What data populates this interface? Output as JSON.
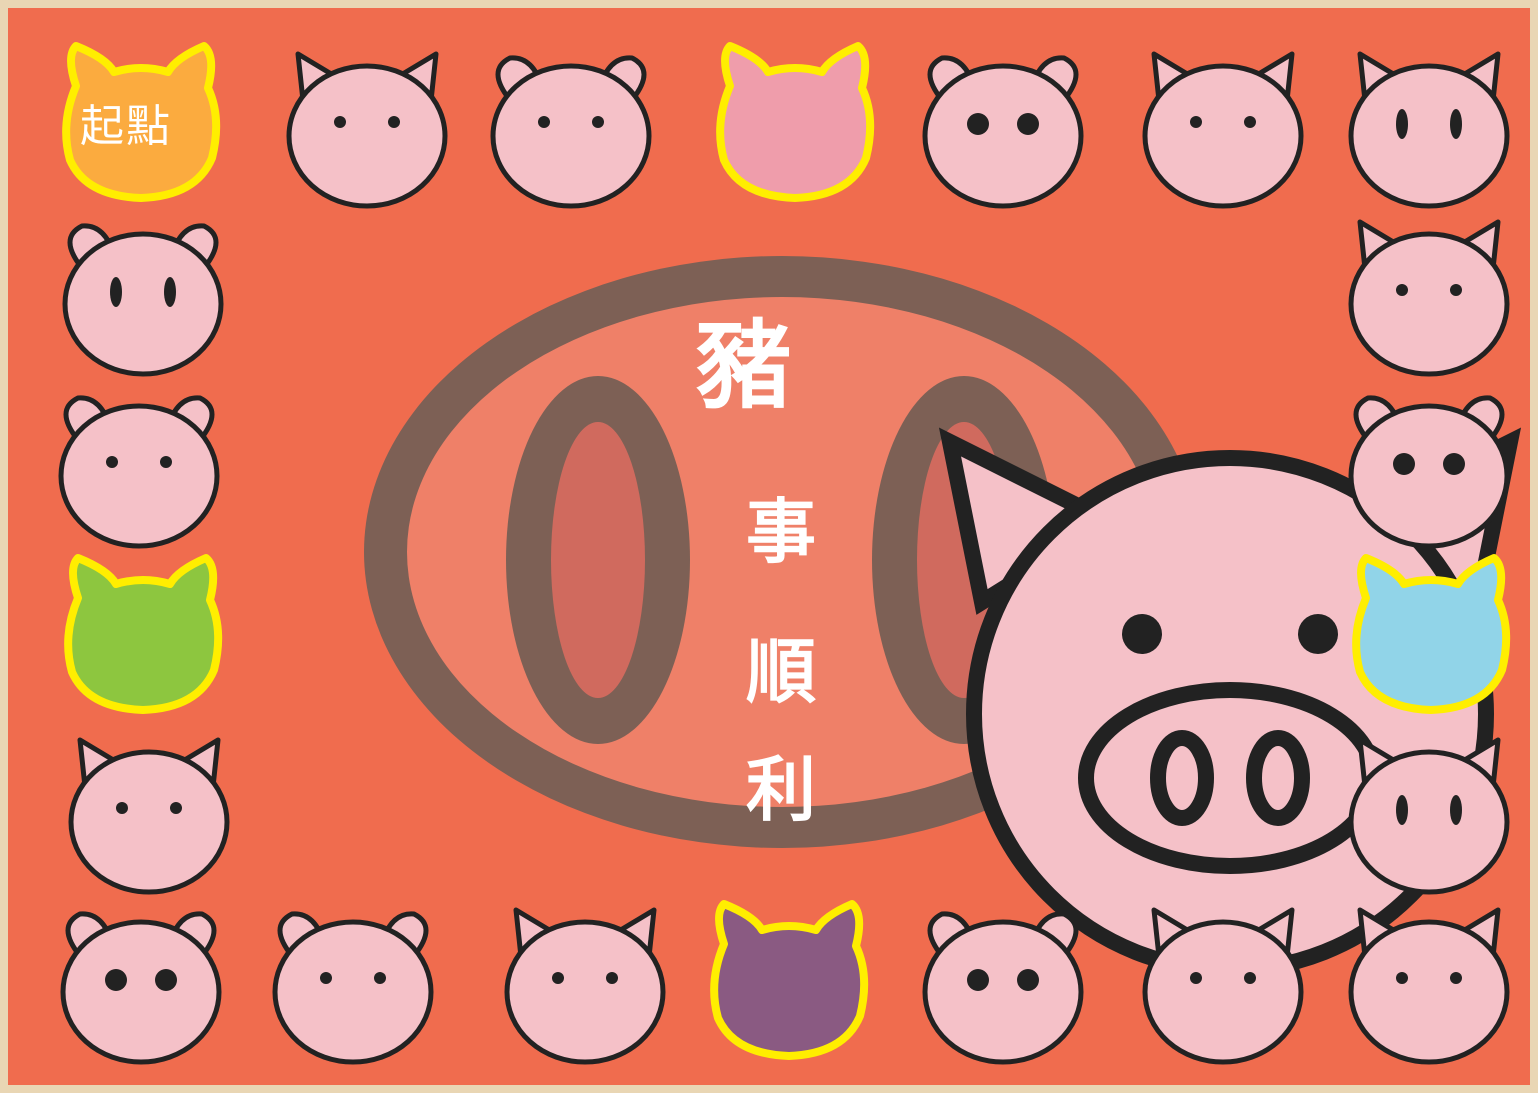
{
  "board": {
    "start_label": "起點",
    "slogan": [
      "豬",
      "事",
      "順",
      "利"
    ],
    "colors": {
      "board": "#f06c4e",
      "frame": "#e9d6b4",
      "pig_face": "#f5c1c8",
      "outline": "#222222",
      "snout_ring": "#7d6055",
      "snout_inner": "#ef8068",
      "nostril_inner": "#d06a5e",
      "highlight_border": "#ffee00",
      "start": "#fbab3f",
      "pink_special": "#ef9dab",
      "green_special": "#8dc63f",
      "blue_special": "#91d4e8",
      "purple_special": "#8a5a82"
    },
    "spaces": [
      {
        "id": "start",
        "kind": "start",
        "fill": "#fbab3f"
      },
      {
        "id": "top-2",
        "kind": "pig",
        "eyes": "small"
      },
      {
        "id": "top-3",
        "kind": "pig",
        "eyes": "small",
        "ears": "droopy"
      },
      {
        "id": "top-4",
        "kind": "special",
        "fill": "#ef9dab"
      },
      {
        "id": "top-5",
        "kind": "pig",
        "eyes": "big",
        "ears": "droopy"
      },
      {
        "id": "top-6",
        "kind": "pig",
        "eyes": "small"
      },
      {
        "id": "top-7",
        "kind": "pig",
        "eyes": "oval"
      },
      {
        "id": "right-1",
        "kind": "pig",
        "eyes": "small"
      },
      {
        "id": "right-2",
        "kind": "pig",
        "eyes": "big",
        "ears": "droopy"
      },
      {
        "id": "right-3",
        "kind": "special",
        "fill": "#91d4e8"
      },
      {
        "id": "right-4",
        "kind": "pig",
        "eyes": "oval"
      },
      {
        "id": "bottom-7",
        "kind": "pig",
        "eyes": "small"
      },
      {
        "id": "bottom-6",
        "kind": "pig",
        "eyes": "small"
      },
      {
        "id": "bottom-5",
        "kind": "pig",
        "eyes": "big",
        "ears": "droopy"
      },
      {
        "id": "bottom-4",
        "kind": "special",
        "fill": "#8a5a82"
      },
      {
        "id": "bottom-3",
        "kind": "pig",
        "eyes": "small"
      },
      {
        "id": "bottom-2",
        "kind": "pig",
        "eyes": "small",
        "ears": "droopy"
      },
      {
        "id": "bottom-1",
        "kind": "pig",
        "eyes": "big",
        "ears": "droopy"
      },
      {
        "id": "left-4",
        "kind": "pig",
        "eyes": "small"
      },
      {
        "id": "left-3",
        "kind": "special",
        "fill": "#8dc63f"
      },
      {
        "id": "left-2",
        "kind": "pig",
        "eyes": "small",
        "ears": "droopy"
      },
      {
        "id": "left-1",
        "kind": "pig",
        "eyes": "oval",
        "ears": "droopy"
      }
    ]
  }
}
